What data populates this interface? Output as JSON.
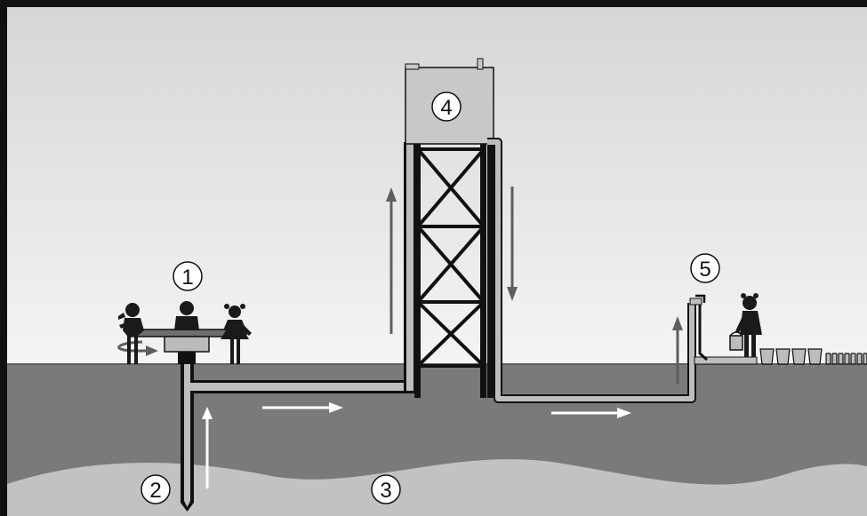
{
  "labels": {
    "pump": "1",
    "borehole": "2",
    "aquifer": "3",
    "tank": "4",
    "tap": "5"
  },
  "colors": {
    "sky_top": "#d9d9d9",
    "sky_bottom": "#f2f2f2",
    "ground": "#7a7a7a",
    "aquifer": "#c2c2c2",
    "tank": "#c8c8c8",
    "pipe_fill": "#bdbdbd",
    "dark": "#111111",
    "flow_arrow_light": "#ffffff",
    "flow_arrow_dark": "#5e5e5e"
  }
}
